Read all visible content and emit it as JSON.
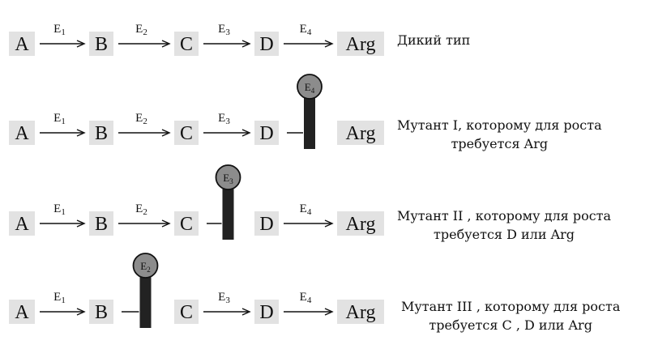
{
  "nodes": [
    "A",
    "B",
    "C",
    "D",
    "Arg"
  ],
  "enzymes": [
    {
      "base": "E",
      "sub": "1"
    },
    {
      "base": "E",
      "sub": "2"
    },
    {
      "base": "E",
      "sub": "3"
    },
    {
      "base": "E",
      "sub": "4"
    }
  ],
  "rows": [
    {
      "blocked": null,
      "caption": [
        "Дикий тип"
      ]
    },
    {
      "blocked": 3,
      "caption": [
        "Мутант I, которому для роста",
        "требуется Arg"
      ]
    },
    {
      "blocked": 2,
      "caption": [
        "Мутант II , которому для роста",
        "требуется D или Arg"
      ]
    },
    {
      "blocked": 1,
      "caption": [
        "Мутант III , которому для роста",
        "требуется  C , D или Arg"
      ]
    }
  ],
  "colors": {
    "node_bg": "#e2e2e2",
    "blocker_head": "#8c8c8c",
    "blocker_bar": "#222222"
  }
}
